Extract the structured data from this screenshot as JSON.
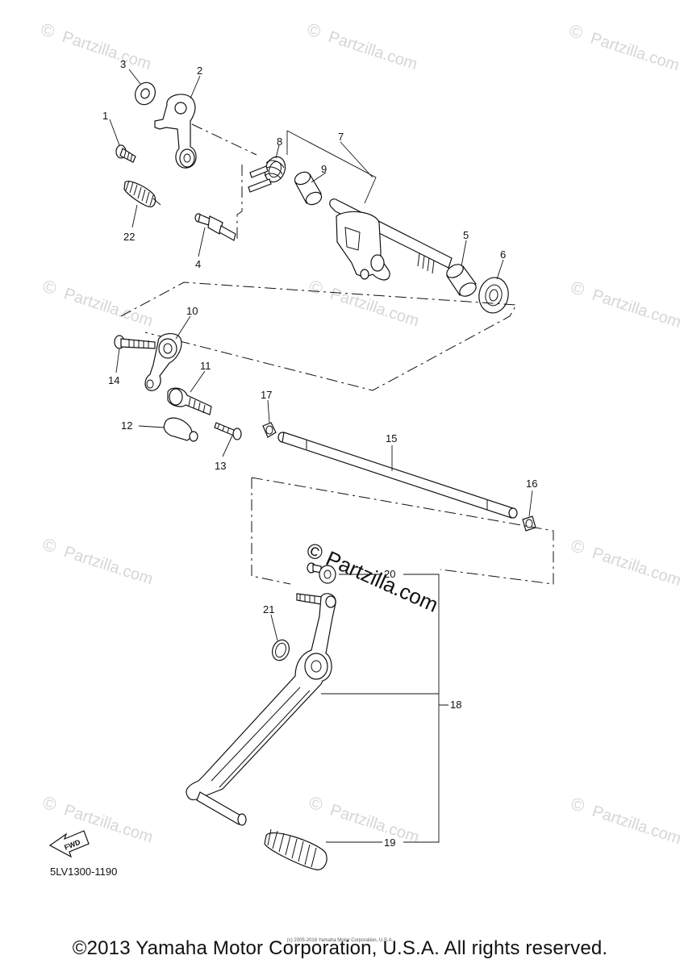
{
  "watermark": {
    "symbol": "©",
    "text": "Partzilla.com",
    "center_text": "© Partzilla.com"
  },
  "callouts": [
    {
      "id": "3",
      "text": "3"
    },
    {
      "id": "2",
      "text": "2"
    },
    {
      "id": "1",
      "text": "1"
    },
    {
      "id": "8",
      "text": "8"
    },
    {
      "id": "7",
      "text": "7"
    },
    {
      "id": "9",
      "text": "9"
    },
    {
      "id": "22",
      "text": "22"
    },
    {
      "id": "4",
      "text": "4"
    },
    {
      "id": "5",
      "text": "5"
    },
    {
      "id": "6",
      "text": "6"
    },
    {
      "id": "10",
      "text": "10"
    },
    {
      "id": "14",
      "text": "14"
    },
    {
      "id": "11",
      "text": "11"
    },
    {
      "id": "17",
      "text": "17"
    },
    {
      "id": "12",
      "text": "12"
    },
    {
      "id": "13",
      "text": "13"
    },
    {
      "id": "15",
      "text": "15"
    },
    {
      "id": "16",
      "text": "16"
    },
    {
      "id": "20",
      "text": "20"
    },
    {
      "id": "21",
      "text": "21"
    },
    {
      "id": "18",
      "text": "18"
    },
    {
      "id": "19",
      "text": "19"
    }
  ],
  "fwd_label": "FWD",
  "diagram_code": "5LV1300-1190",
  "small_copyright": "(c) 2005-2016 Yamaha Motor Corporation, U.S.A.",
  "footer": "©2013 Yamaha Motor Corporation, U.S.A. All rights reserved."
}
